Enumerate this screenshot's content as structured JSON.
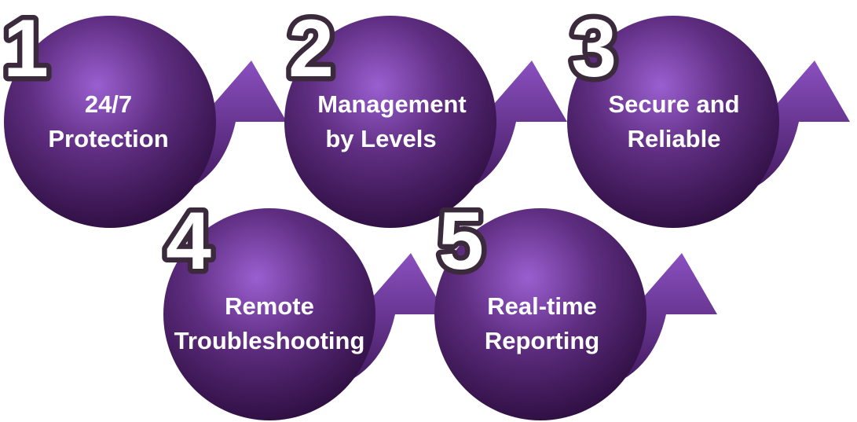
{
  "colors": {
    "ball_highlight": "#9a5fd0",
    "ball_mid": "#5e2d80",
    "ball_shadow": "#2a0c3c",
    "arrow_light": "#8a50c0",
    "arrow_dark": "#3e1658",
    "number_outline": "#3a2a3c",
    "number_fill": "#ffffff",
    "label_text": "#ffffff"
  },
  "steps": [
    {
      "number": "1",
      "lines": [
        "24/7",
        "Protection"
      ],
      "icon": "curved-arrow-up-right-icon"
    },
    {
      "number": "2",
      "lines": [
        "Management",
        "by Levels"
      ],
      "icon": "curved-arrow-up-right-icon"
    },
    {
      "number": "3",
      "lines": [
        "Secure and",
        "Reliable"
      ],
      "icon": "curved-arrow-up-right-icon"
    },
    {
      "number": "4",
      "lines": [
        "Remote",
        "Troubleshooting"
      ],
      "icon": "curved-arrow-up-right-icon"
    },
    {
      "number": "5",
      "lines": [
        "Real-time",
        "Reporting"
      ],
      "icon": "curved-arrow-up-right-icon"
    }
  ]
}
